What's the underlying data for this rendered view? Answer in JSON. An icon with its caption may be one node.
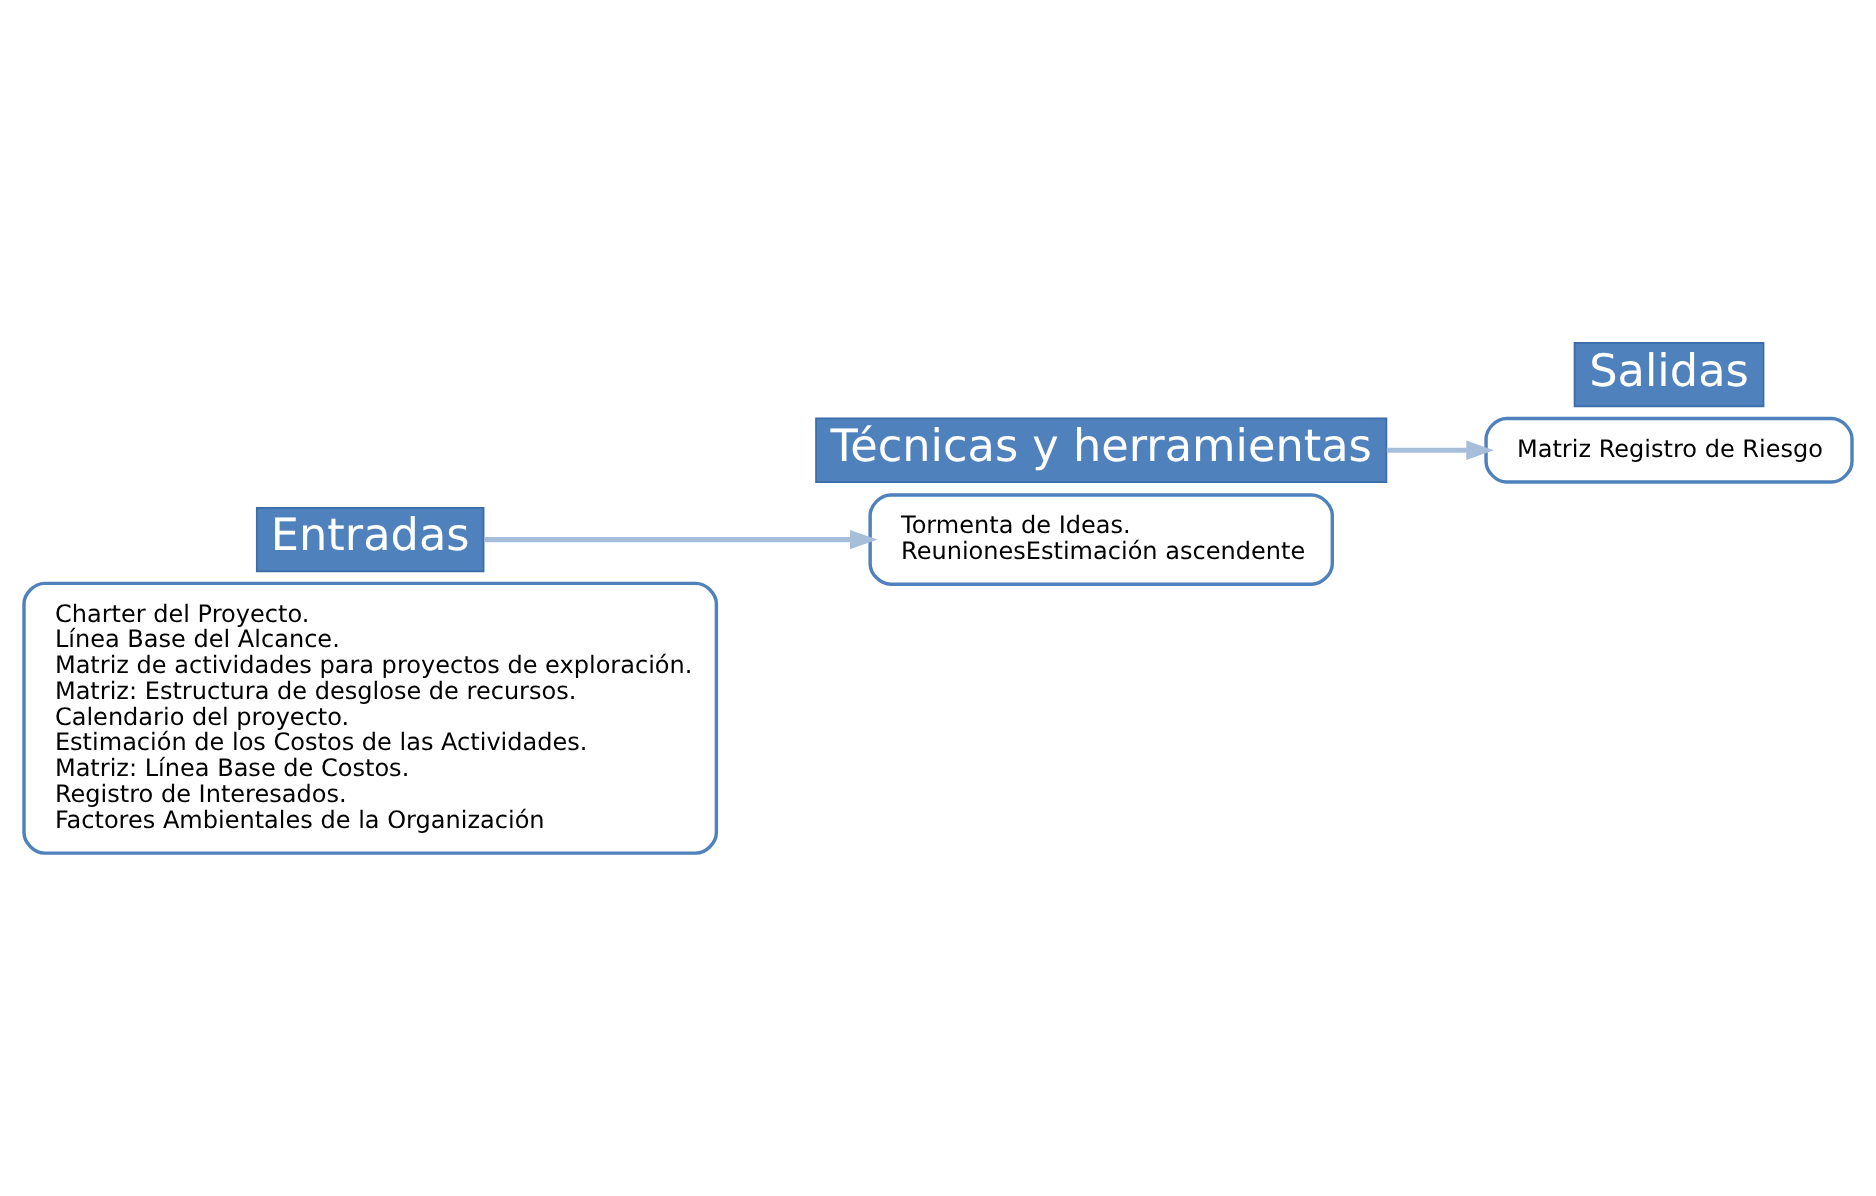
{
  "diagram": {
    "nodes": [
      {
        "text": [
          "Charter del Proyecto.",
          "Línea Base del Alcance.",
          "Matriz de actividades para proyectos de exploración.",
          "Matriz: Estructura de desglose de recursos.",
          "Calendario del proyecto.",
          "Estimación de los Costos de las Actividades.",
          "Matriz: Línea Base de Costos.",
          "Registro de Interesados.",
          "Factores Ambientales de la Organización"
        ]
      },
      {
        "text": [
          "Entradas"
        ]
      },
      {
        "text": [
          "Técnicas y herramientas"
        ]
      },
      {
        "text": [
          "Tormenta de Ideas.",
          "ReunionesEstimación ascendente"
        ]
      },
      {
        "text": [
          "Matriz Registro de Riesgo"
        ]
      },
      {
        "text": [
          "Salidas"
        ]
      }
    ],
    "edges": [
      {
        "from": 1,
        "to": 3,
        "arrow": "to"
      },
      {
        "from": 2,
        "to": 4,
        "arrow": "to"
      }
    ]
  }
}
